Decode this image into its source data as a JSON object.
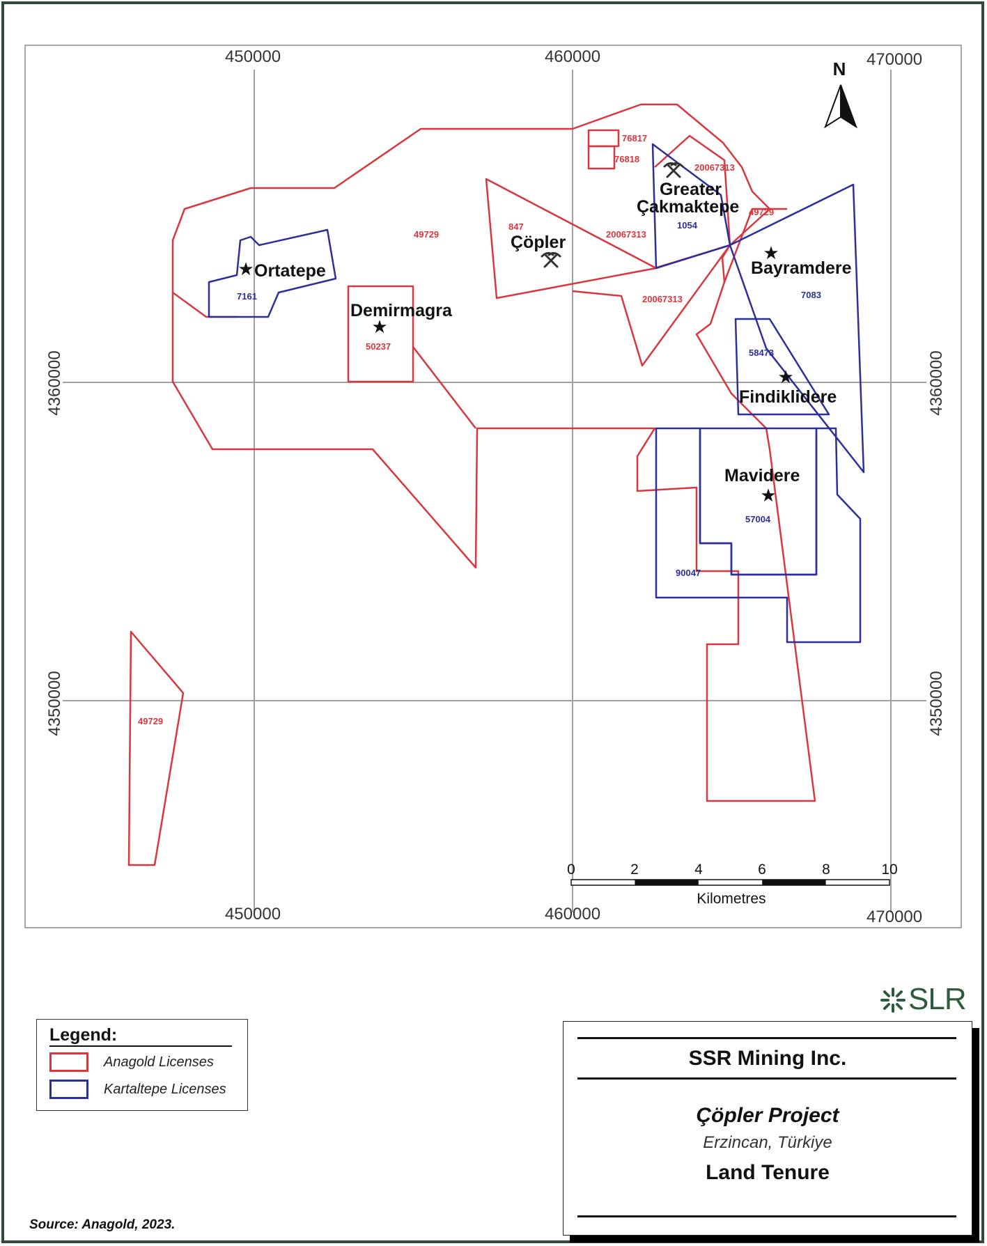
{
  "map": {
    "grid_labels": {
      "x": [
        "450000",
        "460000",
        "470000"
      ],
      "y": [
        "4360000",
        "4350000"
      ]
    },
    "north_label": "N",
    "scale_bar": {
      "ticks": [
        "0",
        "2",
        "4",
        "6",
        "8",
        "10"
      ],
      "unit": "Kilometres"
    },
    "sites": {
      "ortatepe": "Ortatepe",
      "demirmagra": "Demirmagra",
      "copler": "Çöpler",
      "greater_cakmaktepe_line1": "Greater",
      "greater_cakmaktepe_line2": "Çakmaktepe",
      "bayramdere": "Bayramdere",
      "findiklidere": "Findiklidere",
      "mavidere": "Mavidere"
    },
    "license_ids": {
      "l49729_main": "49729",
      "l49729_south": "49729",
      "l49729_east": "49729",
      "l847": "847",
      "l76817": "76817",
      "l76818": "76818",
      "l20067313_a": "20067313",
      "l20067313_b": "20067313",
      "l20067313_c": "20067313",
      "l50237": "50237",
      "l7161": "7161",
      "l1054": "1054",
      "l7083": "7083",
      "l58473": "58473",
      "l57004": "57004",
      "l90047": "90047"
    },
    "colors": {
      "anagold": "#d9363e",
      "kartaltepe": "#2b2f9c",
      "grid": "#a0a0a0"
    }
  },
  "legend": {
    "title": "Legend:",
    "items": [
      {
        "label": "Anagold Licenses",
        "color": "#d9363e"
      },
      {
        "label": "Kartaltepe Licenses",
        "color": "#2b2f9c"
      }
    ]
  },
  "source": "Source:  Anagold, 2023.",
  "title_block": {
    "company": "SSR Mining Inc.",
    "project": "Çöpler Project",
    "location": "Erzincan, Türkiye",
    "figure_title": "Land Tenure"
  },
  "logo": {
    "text": "SLR"
  }
}
